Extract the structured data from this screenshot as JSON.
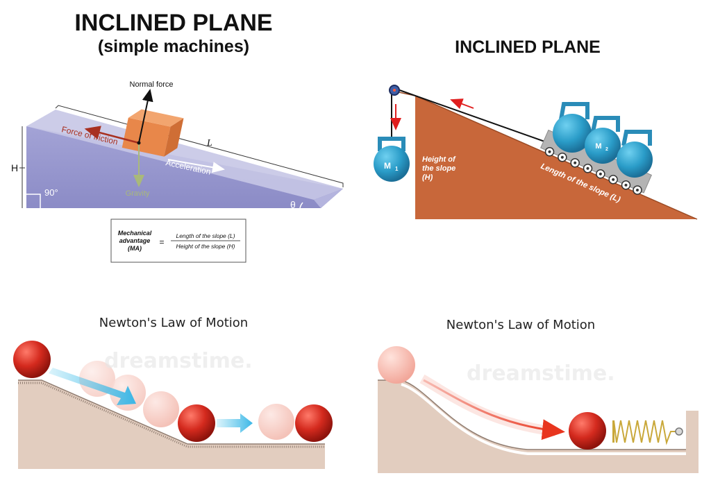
{
  "panel1": {
    "title": "INCLINED PLANE",
    "subtitle": "(simple machines)",
    "normal_force": "Normal force",
    "friction": "Force of friction",
    "acceleration": "Acceleration",
    "gravity": "Gravity",
    "length_mark": "L",
    "height_mark": "H",
    "right_angle": "90°",
    "angle": "θ",
    "formula": {
      "lhs_1": "Mechanical",
      "lhs_2": "advantage",
      "lhs_3": "(MA)",
      "equals": "=",
      "numerator": "Length of the slope (L)",
      "denominator": "Height of  the slope (H)"
    }
  },
  "panel2": {
    "title": "INCLINED PLANE",
    "m1": "M",
    "m1_sub": "1",
    "m2": "M",
    "m2_sub": "2",
    "height_1": "Height of",
    "height_2": "the slope",
    "height_3": "(H)",
    "length": "Length of the slope (L)"
  },
  "panel3": {
    "title": "Newton's Law of Motion"
  },
  "panel4": {
    "title": "Newton's Law of Motion"
  },
  "watermark": "dreamstime.",
  "colors": {
    "ramp_purple": "#9b9bd0",
    "ramp_top": "#c6c6e6",
    "box_orange": "#e8874a",
    "brown_ramp": "#c8673a",
    "kettlebell_blue": "#2aa0cc",
    "ball_red": "#d42a1e",
    "ground_beige": "#e2cdbf",
    "arrow_blue": "#4cc4ec",
    "arrow_red": "#e8351e",
    "arrow_dark_red": "#a83020"
  }
}
